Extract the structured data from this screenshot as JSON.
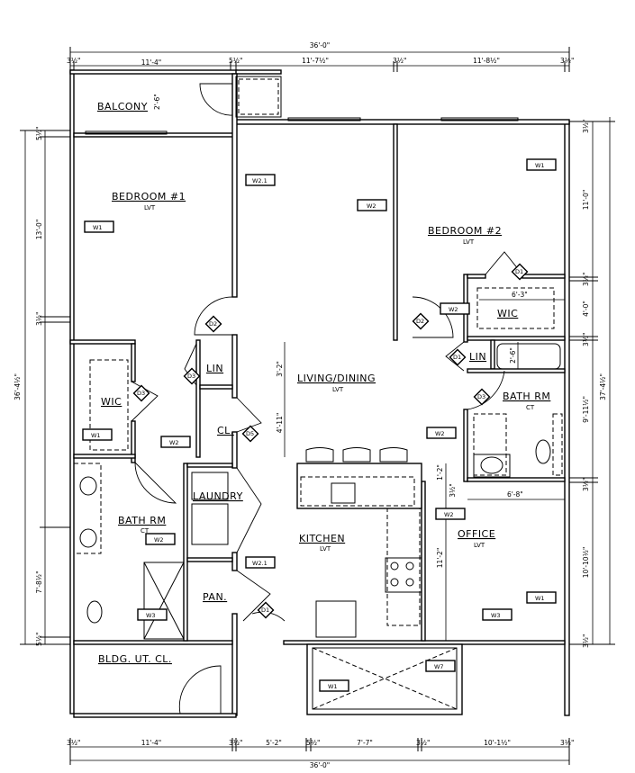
{
  "plan": {
    "overall_width_top": "36'-0\"",
    "overall_width_bottom": "36'-0\"",
    "overall_depth_left": "36'-4½\"",
    "overall_depth_right": "37'-4½\""
  },
  "rooms": {
    "balcony": {
      "name": "BALCONY",
      "dim": "2'-6\""
    },
    "bedroom1": {
      "name": "BEDROOM #1",
      "finish": "LVT"
    },
    "bedroom2": {
      "name": "BEDROOM #2",
      "finish": "LVT"
    },
    "wic_left": {
      "name": "WIC"
    },
    "wic_right": {
      "name": "WIC"
    },
    "lin_left": {
      "name": "LIN"
    },
    "lin_right": {
      "name": "LIN"
    },
    "closet": {
      "name": "CL."
    },
    "living": {
      "name": "LIVING/DINING",
      "finish": "LVT"
    },
    "bath_right": {
      "name": "BATH RM",
      "finish": "CT"
    },
    "bath_left": {
      "name": "BATH RM",
      "finish": "CT"
    },
    "laundry": {
      "name": "LAUNDRY"
    },
    "kitchen": {
      "name": "KITCHEN",
      "finish": "LVT"
    },
    "pantry": {
      "name": "PAN."
    },
    "office": {
      "name": "OFFICE",
      "finish": "LVT"
    },
    "bldg_ut": {
      "name": "BLDG. UT. CL."
    }
  },
  "dims_top": [
    "3½\"",
    "11'-4\"",
    "5½\"",
    "11'-7½\"",
    "3½\"",
    "11'-8½\"",
    "3½\""
  ],
  "dims_bottom": [
    "3½\"",
    "11'-4\"",
    "3½\"",
    "5'-2\"",
    "5½\"",
    "7'-7\"",
    "3½\"",
    "10'-1½\"",
    "3½\""
  ],
  "dims_left": [
    "5½\"",
    "13'-0\"",
    "3½\"",
    "7'-8½\"",
    "5½\""
  ],
  "dims_right": [
    "3½\"",
    "11'-0\"",
    "3½\"",
    "4'-0\"",
    "3½\"",
    "9'-11½\"",
    "3½\"",
    "10'-10½\"",
    "3½\""
  ],
  "dims_interior": {
    "lin": "3'-2\"",
    "cl": "4'-11\"",
    "island": "1'-2\"",
    "island_w": "3½\"",
    "kitchen": "11'-2\"",
    "wic": "6'-3\"",
    "tub": "2'-6\"",
    "bath": "6'-8\""
  },
  "door_tags": [
    "D2",
    "D3",
    "D5",
    "D3",
    "D1",
    "D1",
    "D3",
    "D2",
    "D1"
  ],
  "wall_tags": {
    "w1_bed1": "W1",
    "w21_bed1": "W2.1",
    "w2_bed2": "W2",
    "w1_bed2": "W1",
    "w2_wic": "W2",
    "w1_wic": "W1",
    "w2_cl": "W2",
    "w2_bath": "W2",
    "w2_kitchen": "W2",
    "w2_bathl": "W2",
    "w21_pan": "W2.1",
    "w3_bathl": "W3",
    "w1_office": "W1",
    "w3_office": "W3",
    "w7": "W7",
    "w1_bal": "W1"
  }
}
